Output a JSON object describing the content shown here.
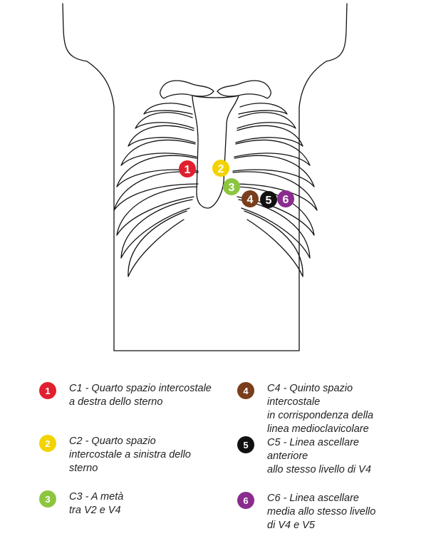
{
  "colors": {
    "outline": "#111111",
    "c1": "#e0202e",
    "c2": "#f2d300",
    "c3": "#8cc63f",
    "c4": "#7a3e1c",
    "c5": "#111111",
    "c6": "#8a2c8e"
  },
  "markers": [
    {
      "id": "1",
      "color_key": "c1"
    },
    {
      "id": "2",
      "color_key": "c2"
    },
    {
      "id": "3",
      "color_key": "c3"
    },
    {
      "id": "4",
      "color_key": "c4"
    },
    {
      "id": "5",
      "color_key": "c5"
    },
    {
      "id": "6",
      "color_key": "c6"
    }
  ],
  "legend": [
    {
      "number": "1",
      "color_key": "c1",
      "text": "C1 - Quarto spazio intercostale\na destra dello sterno"
    },
    {
      "number": "2",
      "color_key": "c2",
      "text": "C2 - Quarto spazio\nintercostale a sinistra dello\nsterno"
    },
    {
      "number": "3",
      "color_key": "c3",
      "text": "C3 - A metà\n tra V2 e V4"
    },
    {
      "number": "4",
      "color_key": "c4",
      "text": "C4 - Quinto spazio\nintercostale\nin corrispondenza della\nlinea medioclavicolare"
    },
    {
      "number": "5",
      "color_key": "c5",
      "text": "C5 - Linea ascellare\nanteriore\nallo stesso livello di V4"
    },
    {
      "number": "6",
      "color_key": "c6",
      "text": "C6 - Linea ascellare\nmedia allo stesso livello\ndi V4 e V5"
    }
  ]
}
